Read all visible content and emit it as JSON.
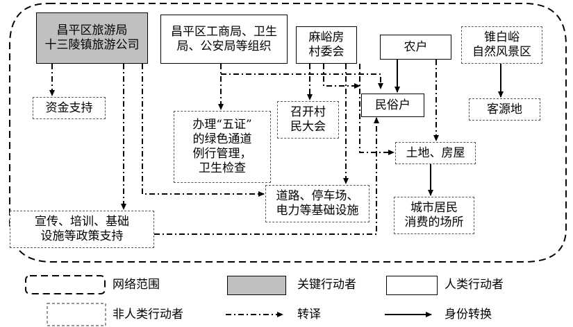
{
  "nodes": {
    "tourism_bureau": {
      "line1": "昌平区旅游局",
      "line2": "十三陵镇旅游公司"
    },
    "gov_orgs": {
      "line1": "昌平区工商局、卫生",
      "line2": "局、公安局等组织"
    },
    "village_committee": {
      "line1": "麻峪房",
      "line2": "村委会"
    },
    "farmers": {
      "line1": "农户"
    },
    "scenic_area": {
      "line1": "锥白峪",
      "line2": "自然风景区"
    },
    "funding": {
      "line1": "资金支持"
    },
    "green_channel": {
      "line1": "办理“五证”",
      "line2": "的绿色通道",
      "line3": "例行管理，",
      "line4": "卫生检查"
    },
    "villager_meeting": {
      "line1": "召开村",
      "line2": "民大会"
    },
    "folk_house": {
      "line1": "民俗户"
    },
    "tourist_source": {
      "line1": "客源地"
    },
    "land_house": {
      "line1": "土地、房屋"
    },
    "infrastructure": {
      "line1": "道路、停车场、",
      "line2": "电力等基础设施"
    },
    "urban_consumption": {
      "line1": "城市居民",
      "line2": "消费的场所"
    },
    "policy_support": {
      "line1": "宣传、培训、基础",
      "line2": "设施等政策支持"
    }
  },
  "legend": {
    "network_scope": "网络范围",
    "key_actor": "关键行动者",
    "human_actor": "人类行动者",
    "nonhuman_actor": "非人类行动者",
    "translation": "转译",
    "identity_change": "身份转换"
  },
  "colors": {
    "key_actor_fill": "#c0c0c0",
    "line": "#000000",
    "dotted_border": "#555555"
  }
}
